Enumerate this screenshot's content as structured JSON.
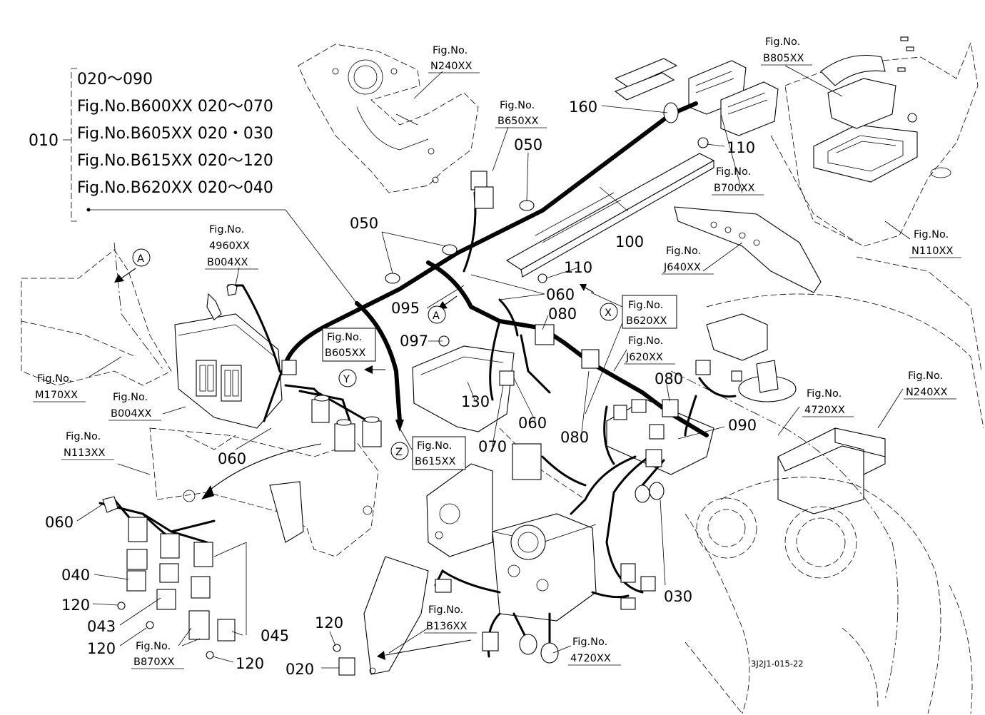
{
  "diagram": {
    "code": "3J2J1-015-22",
    "legend": {
      "main": "010",
      "lines": [
        "020～090",
        "Fig.No.B600XX  020～070",
        "Fig.No.B605XX  020・030",
        "Fig.No.B615XX  020～120",
        "Fig.No.B620XX  020～040"
      ]
    },
    "part_numbers": {
      "p160": "160",
      "p050a": "050",
      "p110a": "110",
      "p050b": "050",
      "p100": "100",
      "p110b": "110",
      "p060a": "060",
      "p095": "095",
      "p080a": "080",
      "p097": "097",
      "p130": "130",
      "p060b": "060",
      "p080b": "080",
      "p080c": "080",
      "p070": "070",
      "p090": "090",
      "p060c": "060",
      "p060d": "060",
      "p040": "040",
      "p120a": "120",
      "p043": "043",
      "p120b": "120",
      "p045": "045",
      "p120c": "120",
      "p120d": "120",
      "p020": "020",
      "p030": "030"
    },
    "markers": {
      "A1": "A",
      "A2": "A",
      "X": "X",
      "Y": "Y",
      "Z": "Z"
    },
    "figrefs": {
      "f_n240_top": [
        "Fig.No.",
        "N240XX"
      ],
      "f_b650": [
        "Fig.No.",
        "B650XX"
      ],
      "f_b805": [
        "Fig.No.",
        "B805XX"
      ],
      "f_b700": [
        "Fig.No.",
        "B700XX"
      ],
      "f_n110": [
        "Fig.No.",
        "N110XX"
      ],
      "f_j640": [
        "Fig.No.",
        "J640XX"
      ],
      "f_4960": [
        "Fig.No.",
        "4960XX",
        "B004XX"
      ],
      "f_b620": [
        "Fig.No.",
        "B620XX"
      ],
      "f_j620": [
        "Fig.No.",
        "J620XX"
      ],
      "f_m170": [
        "Fig.No.",
        "M170XX"
      ],
      "f_b004": [
        "Fig.No.",
        "B004XX"
      ],
      "f_b605": [
        "Fig.No.",
        "B605XX"
      ],
      "f_n240_right": [
        "Fig.No.",
        "N240XX"
      ],
      "f_4720_right": [
        "Fig.No.",
        "4720XX"
      ],
      "f_n113": [
        "Fig.No.",
        "N113XX"
      ],
      "f_b615": [
        "Fig.No.",
        "B615XX"
      ],
      "f_b136": [
        "Fig.No.",
        "B136XX"
      ],
      "f_b870": [
        "Fig.No.",
        "B870XX"
      ],
      "f_4720_bottom": [
        "Fig.No.",
        "4720XX"
      ]
    }
  }
}
